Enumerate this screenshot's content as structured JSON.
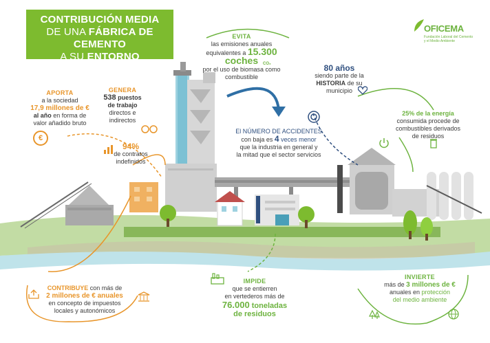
{
  "title": {
    "line1": "CONTRIBUCIÓN MEDIA",
    "line2_pre": "DE UNA ",
    "line2_bold": "FÁBRICA DE CEMENTO",
    "line3_pre": "A SU ",
    "line3_bold": "ENTORNO"
  },
  "logo": {
    "name": "OFICEMA",
    "line1": "Fundación Laboral del Cemento",
    "line2": "y el Medio Ambiente"
  },
  "evita": {
    "heading": "EVITA",
    "line1": "las emisiones anuales",
    "line2_pre": "equivalentes a ",
    "line2_big": "15.300 coches",
    "line3": "por el uso de biomasa como",
    "line4": "combustible",
    "co2": "CO₂"
  },
  "aporta": {
    "heading": "APORTA",
    "line1": "a la sociedad",
    "big": "17,9 millones de €",
    "line3_bold": "al año",
    "line3_rest": " en forma de",
    "line4": "valor añadido bruto",
    "icon_symbol": "€"
  },
  "genera": {
    "heading": "GENERA",
    "big": "538",
    "rest1": " puestos",
    "rest2": "de trabajo",
    "line3": "directos e",
    "line4": "indirectos",
    "percent": "94%",
    "line6": "de contratos",
    "line7": "indefinidos"
  },
  "anios": {
    "big": "80 años",
    "line1": "siendo parte de la",
    "line2_bold": "HISTORIA",
    "line2_rest": " de su",
    "line3": "municipio"
  },
  "accidentes": {
    "line1": "El NÚMERO DE ACCIDENTES",
    "line2_pre": "con baja es ",
    "line2_big": "4",
    "line2_post": " veces menor",
    "line3": "que la industria en general y",
    "line4": "la mitad que el sector servicios"
  },
  "energia": {
    "pct": "25%",
    "line1_rest": " de la energía",
    "line2": "consumida procede de",
    "line3": "combustibles derivados",
    "line4": "de residuos"
  },
  "contribuye": {
    "heading": "CONTRIBUYE",
    "line1_rest": " con más de",
    "big": "2 millones de € anuales",
    "line3": "en concepto de impuestos",
    "line4": "locales y autonómicos"
  },
  "impide": {
    "heading": "IMPIDE",
    "line1": "que se entierren",
    "line2": "en vertederos más de",
    "big1": "76.000",
    "big1_rest": " toneladas",
    "big2": "de residuos"
  },
  "invierte": {
    "heading": "INVIERTE",
    "line1_pre": "más de ",
    "line1_big": "3 millones de €",
    "line2_pre": "anuales en ",
    "line2_colored": "protección",
    "line3": "del medio ambiente"
  },
  "colors": {
    "green": "#7dbb2f",
    "orange": "#e8952a",
    "navy": "#2f4f7f"
  }
}
